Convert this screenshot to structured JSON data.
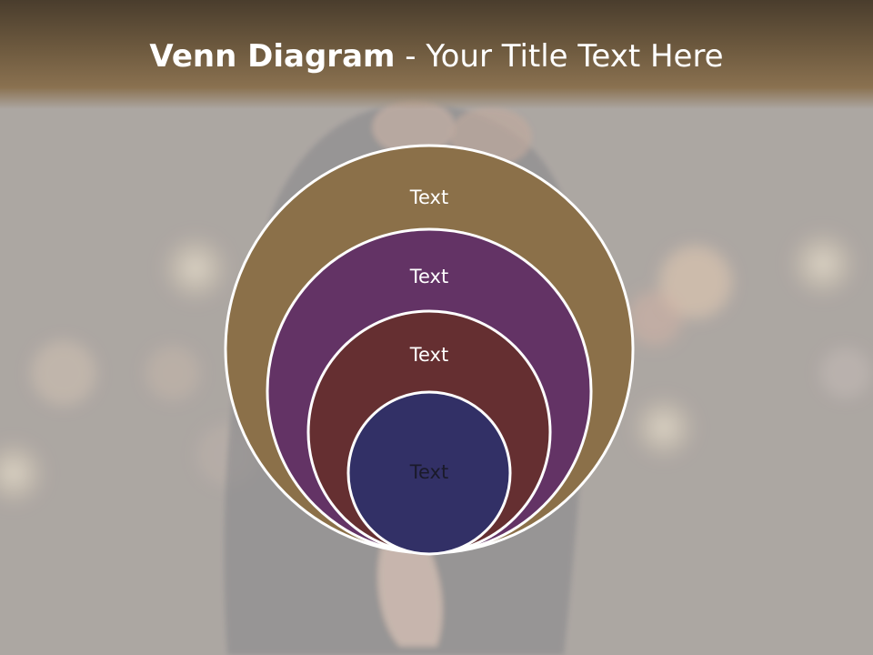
{
  "slide": {
    "title_bold": "Venn Diagram",
    "title_rest": " - Your Title Text Here"
  },
  "venn": {
    "rings": [
      {
        "label": "Text",
        "fill": "#8b7049"
      },
      {
        "label": "Text",
        "fill": "#633365"
      },
      {
        "label": "Text",
        "fill": "#652f31"
      },
      {
        "label": "Text",
        "fill": "#323066"
      }
    ],
    "stroke": "#ffffff"
  },
  "colors": {
    "title_bar": "#6e5a3f",
    "title_text": "#ffffff"
  }
}
